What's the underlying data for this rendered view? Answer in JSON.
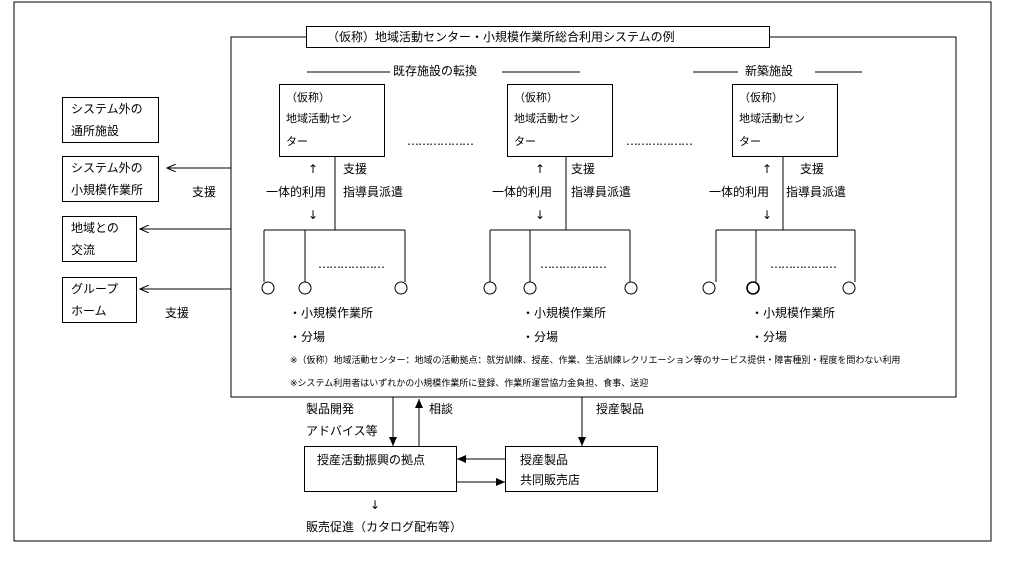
{
  "title": "（仮称）地域活動センター・小規模作業所総合利用システムの例",
  "heading_existing": "既存施設の転換",
  "heading_new": "新築施設",
  "center_box": {
    "line1": "（仮称）",
    "line2": "地域活動セン",
    "line3": "ター"
  },
  "arrow_up": "↑",
  "arrow_down": "↓",
  "integrated_use": "一体的利用",
  "support": "支援",
  "dispatch": "指導員派遣",
  "dots": "………………",
  "branch_labels": {
    "line1": "・小規模作業所",
    "line2": "・分場"
  },
  "left_boxes": [
    {
      "line1": "システム外の",
      "line2": "通所施設"
    },
    {
      "line1": "システム外の",
      "line2": "小規模作業所"
    },
    {
      "line1": "地域との",
      "line2": "交流"
    },
    {
      "line1": "グループ",
      "line2": "ホーム"
    }
  ],
  "left_support_1": "支援",
  "left_support_2": "支援",
  "note1": "※（仮称）地域活動センター：地域の活動拠点：就労訓練、授産、作業、生活訓練レクリエーション等のサービス提供・障害種別・程度を問わない利用",
  "note2": "※システム利用者はいずれかの小規模作業所に登録、作業所運営協力金負担、食事、送迎",
  "product_dev": "製品開発",
  "advice": "アドバイス等",
  "consult": "相談",
  "prod_goods": "授産製品",
  "hub_box": "授産活動振興の拠点",
  "shop": {
    "line1": "授産製品",
    "line2": "共同販売店"
  },
  "sales": "販売促進（カタログ配布等）"
}
